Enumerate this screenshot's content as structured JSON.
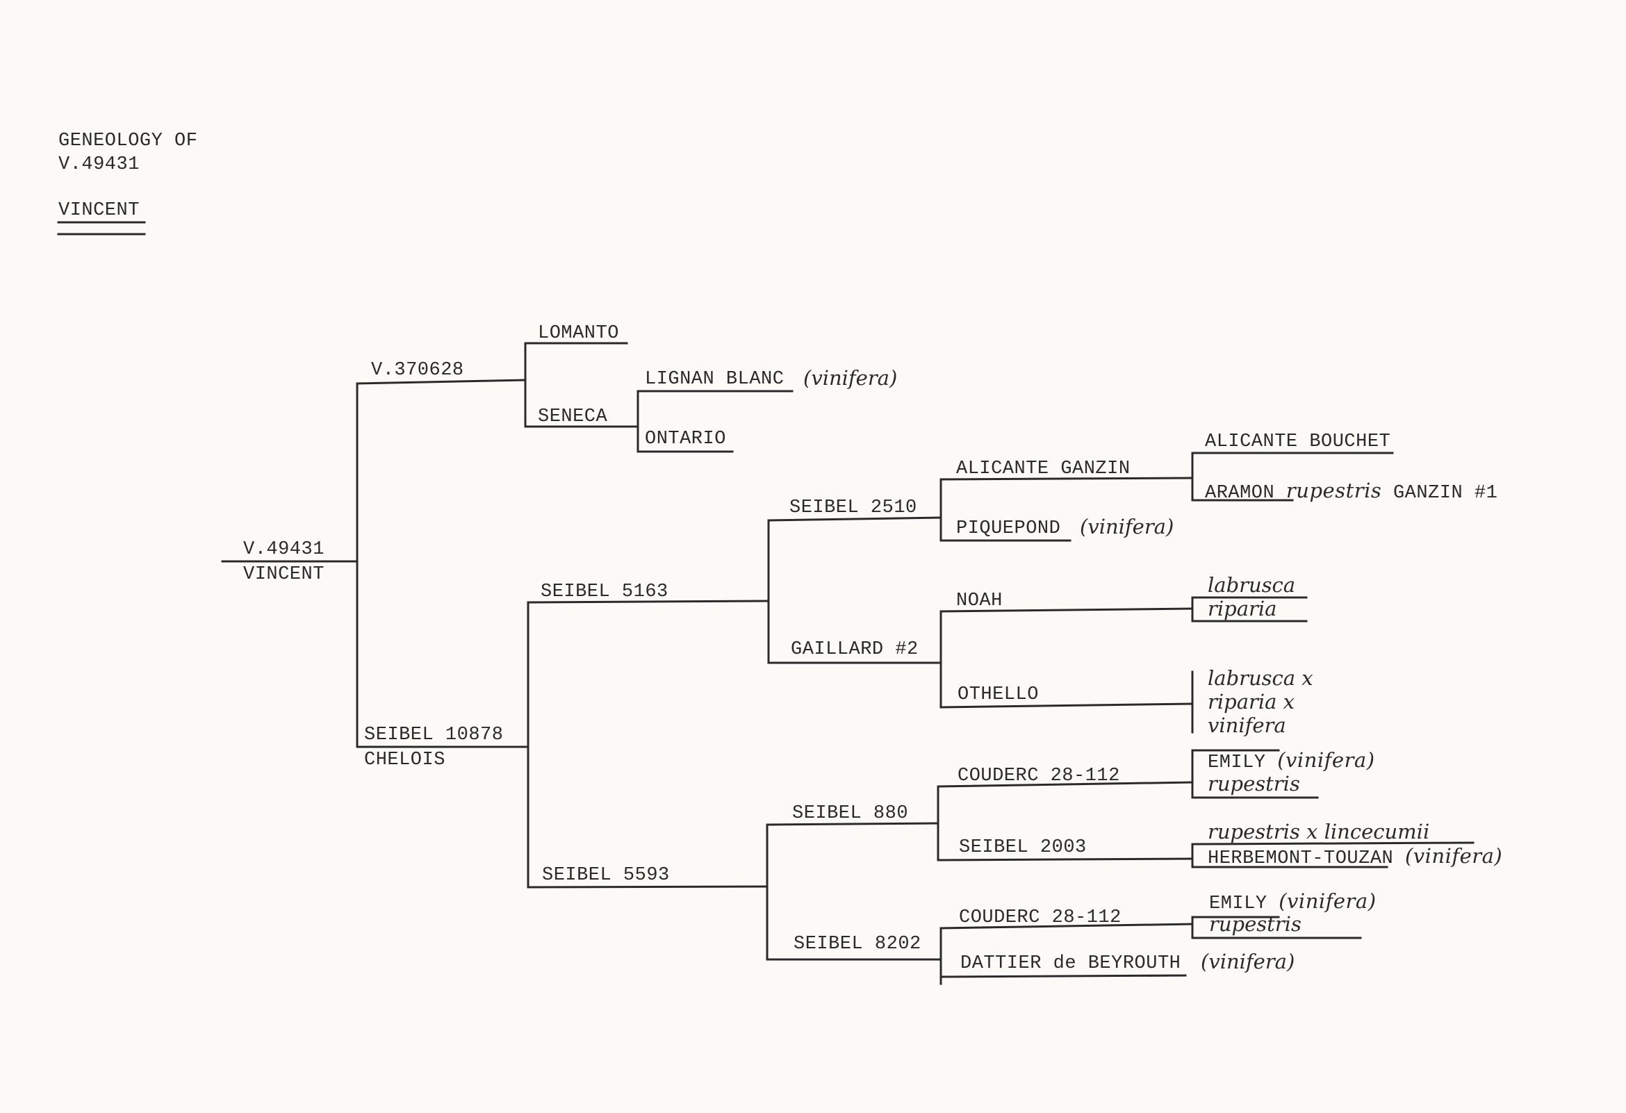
{
  "header": {
    "title_line1": "GENEOLOGY OF",
    "title_line2": "V.49431",
    "name": "VINCENT"
  },
  "tree": {
    "root": {
      "line1": "V.49431",
      "line2": "VINCENT"
    },
    "v370628": "V.370628",
    "lomanto": "LOMANTO",
    "seneca": "SENECA",
    "lignan_blanc": "LIGNAN BLANC",
    "lignan_species": "(vinifera)",
    "ontario": "ONTARIO",
    "seibel10878": {
      "line1": "SEIBEL 10878",
      "line2": "CHELOIS"
    },
    "seibel5163": "SEIBEL 5163",
    "seibel2510": "SEIBEL 2510",
    "alicante_ganzin": "ALICANTE GANZIN",
    "alicante_bouchet": "ALICANTE BOUCHET",
    "aramon": {
      "pre": "ARAMON",
      "species": "rupestris",
      "post": "GANZIN #1"
    },
    "piquepond": "PIQUEPOND",
    "piquepond_species": "(vinifera)",
    "gaillard2": "GAILLARD #2",
    "noah": "NOAH",
    "noah_parents": [
      "labrusca",
      "riparia"
    ],
    "othello": "OTHELLO",
    "othello_parents": [
      "labrusca x",
      "riparia x",
      "vinifera"
    ],
    "seibel5593": "SEIBEL 5593",
    "seibel880": "SEIBEL 880",
    "couderc_a": "COUDERC 28-112",
    "couderc_a_parents": {
      "emily": "EMILY",
      "emily_species": "(vinifera)",
      "other": "rupestris"
    },
    "seibel2003": "SEIBEL 2003",
    "seibel2003_parents": {
      "line1": "rupestris x lincecumii",
      "herbemont": "HERBEMONT-TOUZAN",
      "herbemont_species": "(vinifera)"
    },
    "seibel8202": "SEIBEL 8202",
    "couderc_b": "COUDERC 28-112",
    "couderc_b_parents": {
      "emily": "EMILY",
      "emily_species": "(vinifera)",
      "other": "rupestris"
    },
    "dattier": "DATTIER de BEYROUTH",
    "dattier_species": "(vinifera)"
  }
}
